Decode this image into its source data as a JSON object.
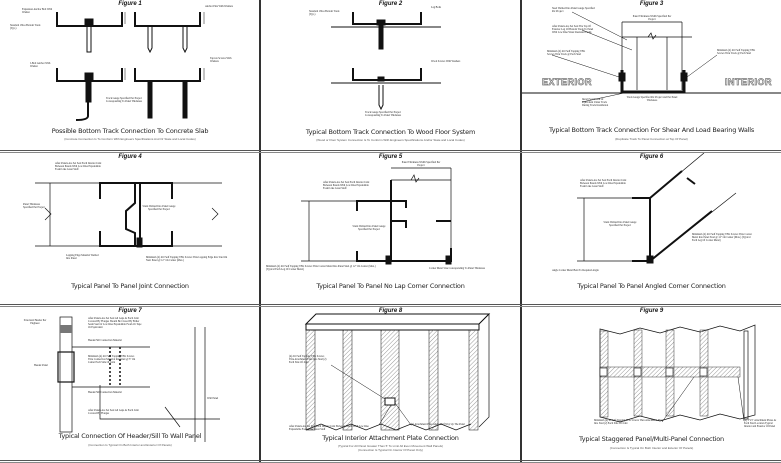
{
  "figures": [
    {
      "figure_label": "Figure 1",
      "caption": "Possible Bottom Track Connection To Concrete Slab",
      "subcaption": "(Concrete Connection Is To Conform With Engineers Specifications And Or State and Local Codes)",
      "labels": [
        "Expansion Anchor Bolt With Washer",
        "Standard 18Ga Bottom Track (Typ.)",
        "J-Bolt Anchor With Washer",
        "Anchor Pins With Washers",
        "Tapcon Screws With Washers",
        "Track Gauge Specified Per Project Corresponding To Panel Thickness"
      ]
    },
    {
      "figure_label": "Figure 2",
      "caption": "Typical Bottom Track Connection To Wood Floor System",
      "subcaption": "(Wood or Floor System Connection Is To Conform With Engineers Specifications And/or State and Local Codes)",
      "labels": [
        "Standard 18Ga Bottom Track (Typ.)",
        "Lag Bolts",
        "Wood Screws With Washers",
        "Track Gauge Specified Per Project Corresponding To Panel Thickness"
      ]
    },
    {
      "figure_label": "Figure 3",
      "caption": "Typical Bottom Track Connection For Shear And Load Bearing Walls",
      "subcaption": "(Duplicate Track To Panel Connection at Top Of Panel)",
      "labels": [
        "Steel Welded Into Panel Gauge Specified Per Project",
        "After Panels Are Set Seal The Top Of Exterior Leg Of Bottom Track To Panel With Low Rise Water Resistant Caulk",
        "Minimum (2) #10 Self Tapping TEK Screws Thru Track @ Each Stud",
        "Minimum (2) #10 Self Tapping TEK Screws Thru Track @ Each Stud",
        "Install Seal Foam Or Equivalent Under Track During Track Installation",
        "Track Gauge Specified Per Project and Per Panel Thickness",
        "Panel Thickness Width Specified Per Project",
        "EXTERIOR",
        "INTERIOR"
      ]
    },
    {
      "figure_label": "Figure 4",
      "caption": "Typical Panel To Panel Joint Connection",
      "subcaption": "",
      "labels": [
        "After Panels Are Set Seal Each Interior Joint Between Panels With Low Rise Expandable Foam Like Great Stuff",
        "Studs Welded Into Panel Gauge Specified Per Project",
        "Lapping Edge Material Welded Into Panel",
        "Minimum (2) #10 Self Tapping TEK Screws Thru Lapping Edge Into Stud On Next Panel @ 12\" On Center (Max.)",
        "Panel Thickness Specified Per Project"
      ]
    },
    {
      "figure_label": "Figure 5",
      "caption": "Typical Panel To Panel No Lap Corner Connection",
      "subcaption": "",
      "labels": [
        "After Panels Are Set Seal Each Interior Joint Between Panels With Low Rise Expandable Foam Like Great Stuff",
        "Studs Welded Into Panel Gauge Specified Per Project",
        "Minimum (2) #10 Self Tapping TEK Screws Thru Corner Metal Into Panel Stud @ 12\" On Center (Max.) (Typical Each Leg Of Corner Metal)",
        "Corner Metal Size Corresponding To Panel Thickness",
        "Panel Thickness Width Specified Per Project"
      ]
    },
    {
      "figure_label": "Figure 6",
      "caption": "Typical Panel To Panel Angled Corner Connection",
      "subcaption": "",
      "labels": [
        "After Panels Are Set Seal Each Interior Joint Between Panels With Low Rise Expandable Foam Like Great Stuff",
        "Studs Welded Into Panel Gauge Specified Per Project",
        "Angle Corner Metal Bent To Required Angle",
        "Minimum (2) #10 Self Tapping TEK Screws Thru Corner Metal Into Panel Stud @ 12\" On Center (Max.) (Typical Each Leg Of Corner Metal)"
      ]
    },
    {
      "figure_label": "Figure 7",
      "caption": "Typical Connection Of Header/Sill To Wall Panel",
      "subcaption": "(Connection Is Typical On Both Interior and Exterior Of Panels)",
      "labels": [
        "Structural Header Per Engineer",
        "After Panels Are Set Seal All Gaps At Each Joint Covered By Flanges Should Be Closed By Either Seam Seal Or Low Rise Expandable Foam Or Tape Or Equivalent",
        "Header/Sill Connection Material",
        "Minimum (4) #10 Self Tapping TEK Screws Thru Connection Material Into Stud @ 3\" On Center Each Side Of Joint",
        "Header Panel",
        "Header/Sill Connection Material",
        "Wall Panel",
        "After Panels Are Set Seal All Gaps At Each Joint Covered By Flanges"
      ]
    },
    {
      "figure_label": "Figure 8",
      "caption": "Typical Interior Attachment Plate Connection",
      "subcaption": "(Typical For All Panel Greater Than 5' To Limit All Even Movement Wall Panels)",
      "subcaption_line2": "(Connection Is Typical On Interior Of Panel Only)",
      "labels": [
        "(4) #10 Self Tapping TEK Screws Thru Attachment Plate Into Stud (2) Each Side Of Joint",
        "After Panels Are Set Seal Each Interior Joint Between Panels With Low Rise Expandable Foam Like Great Stuff",
        "(1) Attachment Plate About Half Way Up The Panel"
      ]
    },
    {
      "figure_label": "Figure 9",
      "caption": "Typical Staggered Panel/Multi-Panel Connection",
      "subcaption": "(Connection Is Typical On Both Interior and Exterior Of Panels)",
      "labels": [
        "Minimum (4) #8 Self Tapping TEK Screws Thru Attachment Plate Into Stud (2) Each Side Of Joint",
        "(2) 3\"x5\" Attachment Plates At Each Stud Location Typical Interior and Exterior Of Panel"
      ]
    }
  ],
  "colors": {
    "line": "#111111",
    "separator": "#555555",
    "hatch": "#999999"
  }
}
